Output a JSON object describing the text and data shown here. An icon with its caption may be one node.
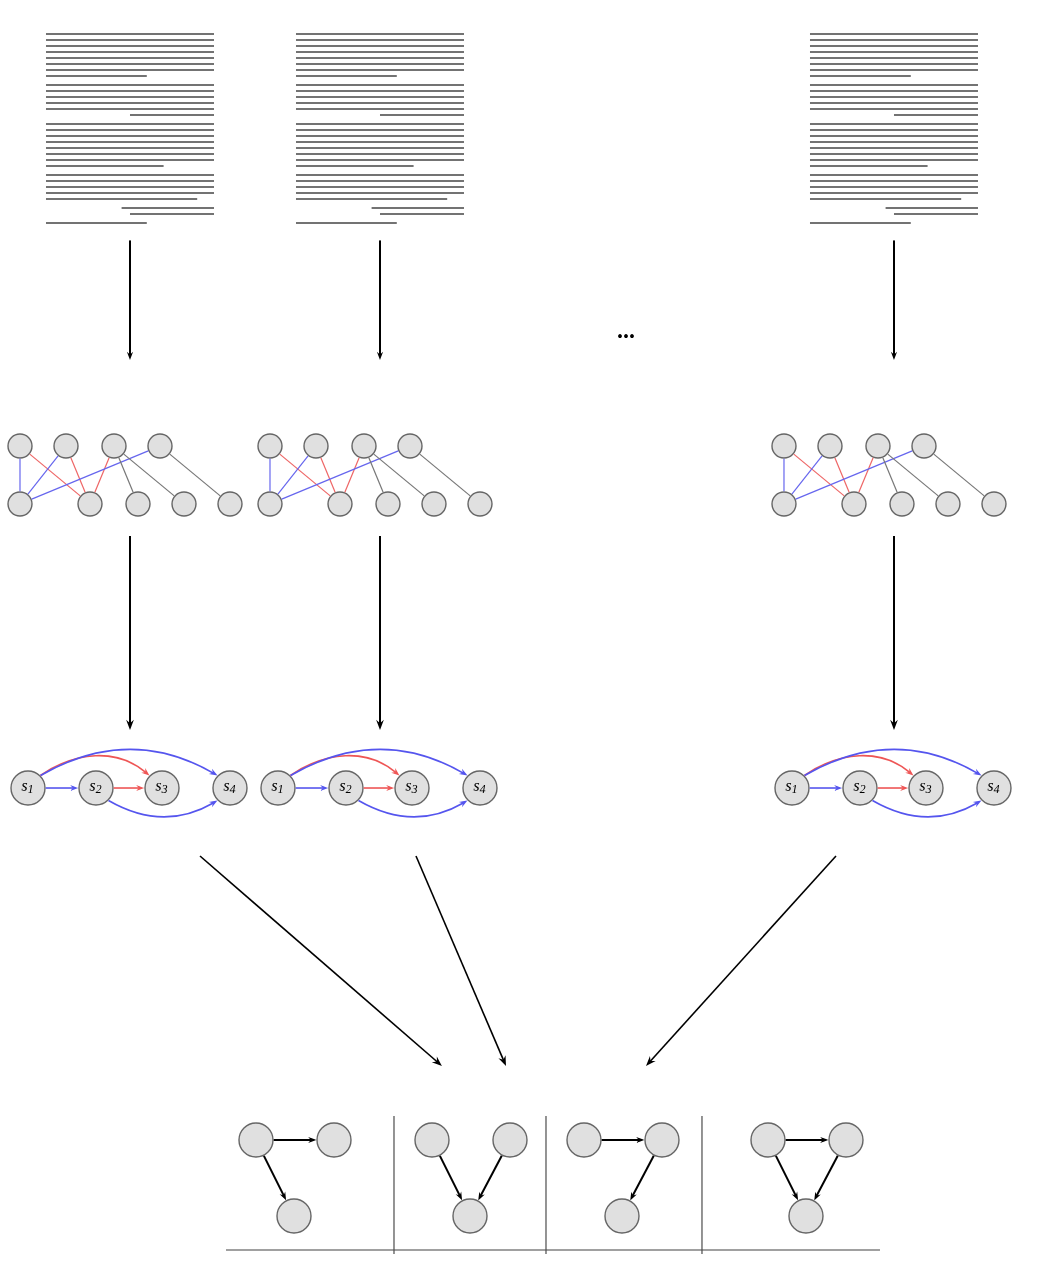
{
  "diagram": {
    "nodes": [
      {
        "text": [],
        "shape": "picture"
      },
      {
        "text": [],
        "shape": "picture"
      },
      {
        "text": [],
        "shape": "picture"
      },
      {
        "text": [],
        "shape": "circle"
      },
      {
        "text": [],
        "shape": "circle"
      },
      {
        "text": [],
        "shape": "circle"
      },
      {
        "text": [],
        "shape": "circle"
      },
      {
        "text": [],
        "shape": "circle"
      },
      {
        "text": [],
        "shape": "circle"
      },
      {
        "text": [],
        "shape": "circle"
      },
      {
        "text": [],
        "shape": "circle"
      },
      {
        "text": [],
        "shape": "circle"
      },
      {
        "text": [],
        "shape": "circle"
      },
      {
        "text": [],
        "shape": "circle"
      },
      {
        "text": [],
        "shape": "circle"
      },
      {
        "text": [],
        "shape": "circle"
      },
      {
        "text": [],
        "shape": "circle"
      },
      {
        "text": [],
        "shape": "circle"
      },
      {
        "text": [],
        "shape": "circle"
      },
      {
        "text": [],
        "shape": "circle"
      },
      {
        "text": [],
        "shape": "circle"
      },
      {
        "text": [],
        "shape": "circle"
      },
      {
        "text": [],
        "shape": "circle"
      },
      {
        "text": [],
        "shape": "circle"
      },
      {
        "text": [],
        "shape": "circle"
      },
      {
        "text": [],
        "shape": "circle"
      },
      {
        "text": [],
        "shape": "circle"
      },
      {
        "text": [],
        "shape": "circle"
      },
      {
        "text": [],
        "shape": "circle"
      },
      {
        "text": [],
        "shape": "circle"
      },
      {
        "text": [
          "s$_{1}$"
        ]
      },
      {
        "text": [
          "s$_{2}$"
        ]
      },
      {
        "text": [
          "s$_{3}$"
        ]
      },
      {
        "text": [
          "s$_{4}$"
        ]
      },
      {
        "text": [
          "s$_{1}$"
        ]
      },
      {
        "text": [
          "s$_{2}$"
        ]
      },
      {
        "text": [
          "s$_{3}$"
        ]
      },
      {
        "text": [
          "s$_{4}$"
        ]
      },
      {
        "text": [
          "s$_{1}$"
        ]
      },
      {
        "text": [
          "s$_{2}$"
        ]
      },
      {
        "text": [
          "s$_{3}$"
        ]
      },
      {
        "text": [
          "s$_{4}$"
        ]
      },
      {
        "text": [],
        "shape": "circle"
      },
      {
        "text": [],
        "shape": "circle"
      },
      {
        "text": [],
        "shape": "circle"
      },
      {
        "text": [],
        "shape": "circle"
      },
      {
        "text": [],
        "shape": "circle"
      },
      {
        "text": [],
        "shape": "circle"
      },
      {
        "text": [],
        "shape": "circle"
      },
      {
        "text": [],
        "shape": "circle"
      },
      {
        "text": [],
        "shape": "circle"
      },
      {
        "text": [],
        "shape": "circle"
      },
      {
        "text": [],
        "shape": "circle"
      },
      {
        "text": [],
        "shape": "circle"
      }
    ],
    "edges": [
      {
        "from": 0,
        "to": null,
        "arrow": "to"
      },
      {
        "from": 1,
        "to": null,
        "arrow": "to"
      },
      {
        "from": 2,
        "to": null,
        "arrow": "to"
      },
      {
        "from": 3,
        "to": 7,
        "arrow": "none",
        "color": "#6666ee"
      },
      {
        "from": 3,
        "to": 8,
        "arrow": "none",
        "color": "#ee6666"
      },
      {
        "from": 4,
        "to": 7,
        "arrow": "none",
        "color": "#6666ee"
      },
      {
        "from": 4,
        "to": 8,
        "arrow": "none",
        "color": "#ee6666"
      },
      {
        "from": 5,
        "to": 8,
        "arrow": "none",
        "color": "#ee6666"
      },
      {
        "from": 6,
        "to": 7,
        "arrow": "none",
        "color": "#6666ee"
      },
      {
        "from": 5,
        "to": 9,
        "arrow": "none",
        "color": "#777777"
      },
      {
        "from": 5,
        "to": 10,
        "arrow": "none",
        "color": "#777777"
      },
      {
        "from": 6,
        "to": 11,
        "arrow": "none",
        "color": "#777777"
      },
      {
        "from": 12,
        "to": 16,
        "arrow": "none",
        "color": "#6666ee"
      },
      {
        "from": 12,
        "to": 17,
        "arrow": "none",
        "color": "#ee6666"
      },
      {
        "from": 13,
        "to": 16,
        "arrow": "none",
        "color": "#6666ee"
      },
      {
        "from": 13,
        "to": 17,
        "arrow": "none",
        "color": "#ee6666"
      },
      {
        "from": 14,
        "to": 17,
        "arrow": "none",
        "color": "#ee6666"
      },
      {
        "from": 15,
        "to": 16,
        "arrow": "none",
        "color": "#6666ee"
      },
      {
        "from": 14,
        "to": 18,
        "arrow": "none",
        "color": "#777777"
      },
      {
        "from": 14,
        "to": 19,
        "arrow": "none",
        "color": "#777777"
      },
      {
        "from": 15,
        "to": 20,
        "arrow": "none",
        "color": "#777777"
      },
      {
        "from": 21,
        "to": 25,
        "arrow": "none",
        "color": "#6666ee"
      },
      {
        "from": 21,
        "to": 26,
        "arrow": "none",
        "color": "#ee6666"
      },
      {
        "from": 22,
        "to": 25,
        "arrow": "none",
        "color": "#6666ee"
      },
      {
        "from": 22,
        "to": 26,
        "arrow": "none",
        "color": "#ee6666"
      },
      {
        "from": 23,
        "to": 26,
        "arrow": "none",
        "color": "#ee6666"
      },
      {
        "from": 24,
        "to": 25,
        "arrow": "none",
        "color": "#6666ee"
      },
      {
        "from": 23,
        "to": 27,
        "arrow": "none",
        "color": "#777777"
      },
      {
        "from": 23,
        "to": 28,
        "arrow": "none",
        "color": "#777777"
      },
      {
        "from": 24,
        "to": 29,
        "arrow": "none",
        "color": "#777777"
      },
      {
        "from": 30,
        "to": 31,
        "arrow": "to",
        "color": "#5555ee"
      },
      {
        "from": 31,
        "to": 32,
        "arrow": "to",
        "color": "#ee5555"
      },
      {
        "from": 30,
        "to": 32,
        "arrow": "to",
        "color": "#ee5555"
      },
      {
        "from": 30,
        "to": 33,
        "arrow": "to",
        "color": "#5555ee"
      },
      {
        "from": 31,
        "to": 33,
        "arrow": "to",
        "color": "#5555ee"
      },
      {
        "from": 34,
        "to": 35,
        "arrow": "to",
        "color": "#5555ee"
      },
      {
        "from": 35,
        "to": 36,
        "arrow": "to",
        "color": "#ee5555"
      },
      {
        "from": 34,
        "to": 36,
        "arrow": "to",
        "color": "#ee5555"
      },
      {
        "from": 34,
        "to": 37,
        "arrow": "to",
        "color": "#5555ee"
      },
      {
        "from": 35,
        "to": 37,
        "arrow": "to",
        "color": "#5555ee"
      },
      {
        "from": 38,
        "to": 39,
        "arrow": "to",
        "color": "#5555ee"
      },
      {
        "from": 39,
        "to": 40,
        "arrow": "to",
        "color": "#ee5555"
      },
      {
        "from": 38,
        "to": 40,
        "arrow": "to",
        "color": "#ee5555"
      },
      {
        "from": 38,
        "to": 41,
        "arrow": "to",
        "color": "#5555ee"
      },
      {
        "from": 39,
        "to": 41,
        "arrow": "to",
        "color": "#5555ee"
      },
      {
        "from": 42,
        "to": 43,
        "arrow": "to"
      },
      {
        "from": 42,
        "to": 44,
        "arrow": "to"
      },
      {
        "from": 45,
        "to": 47,
        "arrow": "to"
      },
      {
        "from": 46,
        "to": 47,
        "arrow": "to"
      },
      {
        "from": 48,
        "to": 49,
        "arrow": "to"
      },
      {
        "from": 49,
        "to": 50,
        "arrow": "to"
      },
      {
        "from": 51,
        "to": 52,
        "arrow": "to"
      },
      {
        "from": 51,
        "to": 53,
        "arrow": "to"
      },
      {
        "from": 52,
        "to": 53,
        "arrow": "to"
      }
    ],
    "labels": [
      "..."
    ]
  }
}
